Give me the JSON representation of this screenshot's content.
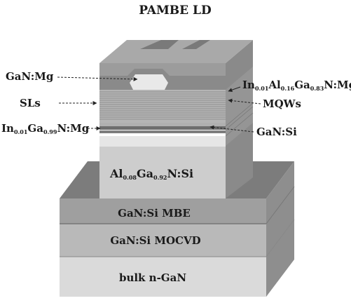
{
  "title": "PAMBE LD",
  "layers": {
    "bulk": "bulk n-GaN",
    "mocvd": "GaN:Si MOCVD",
    "mbe": "GaN:Si MBE",
    "cladding": {
      "a": "Al",
      "as": "0.08",
      "b": "Ga",
      "bs": "0.92",
      "c": "N:Si"
    }
  },
  "callouts": {
    "gan_mg": "GaN:Mg",
    "sls": "SLs",
    "ingan_mg": {
      "a": "In",
      "as": "0.01",
      "b": "Ga",
      "bs": "0.99",
      "c": "N:Mg"
    },
    "inalgan_mg": {
      "a": "In",
      "as": "0.01",
      "b": "Al",
      "bs": "0.16",
      "c": "Ga",
      "cs": "0.83",
      "d": "N:Mg"
    },
    "mqws": "MQWs",
    "gan_si": "GaN:Si"
  }
}
